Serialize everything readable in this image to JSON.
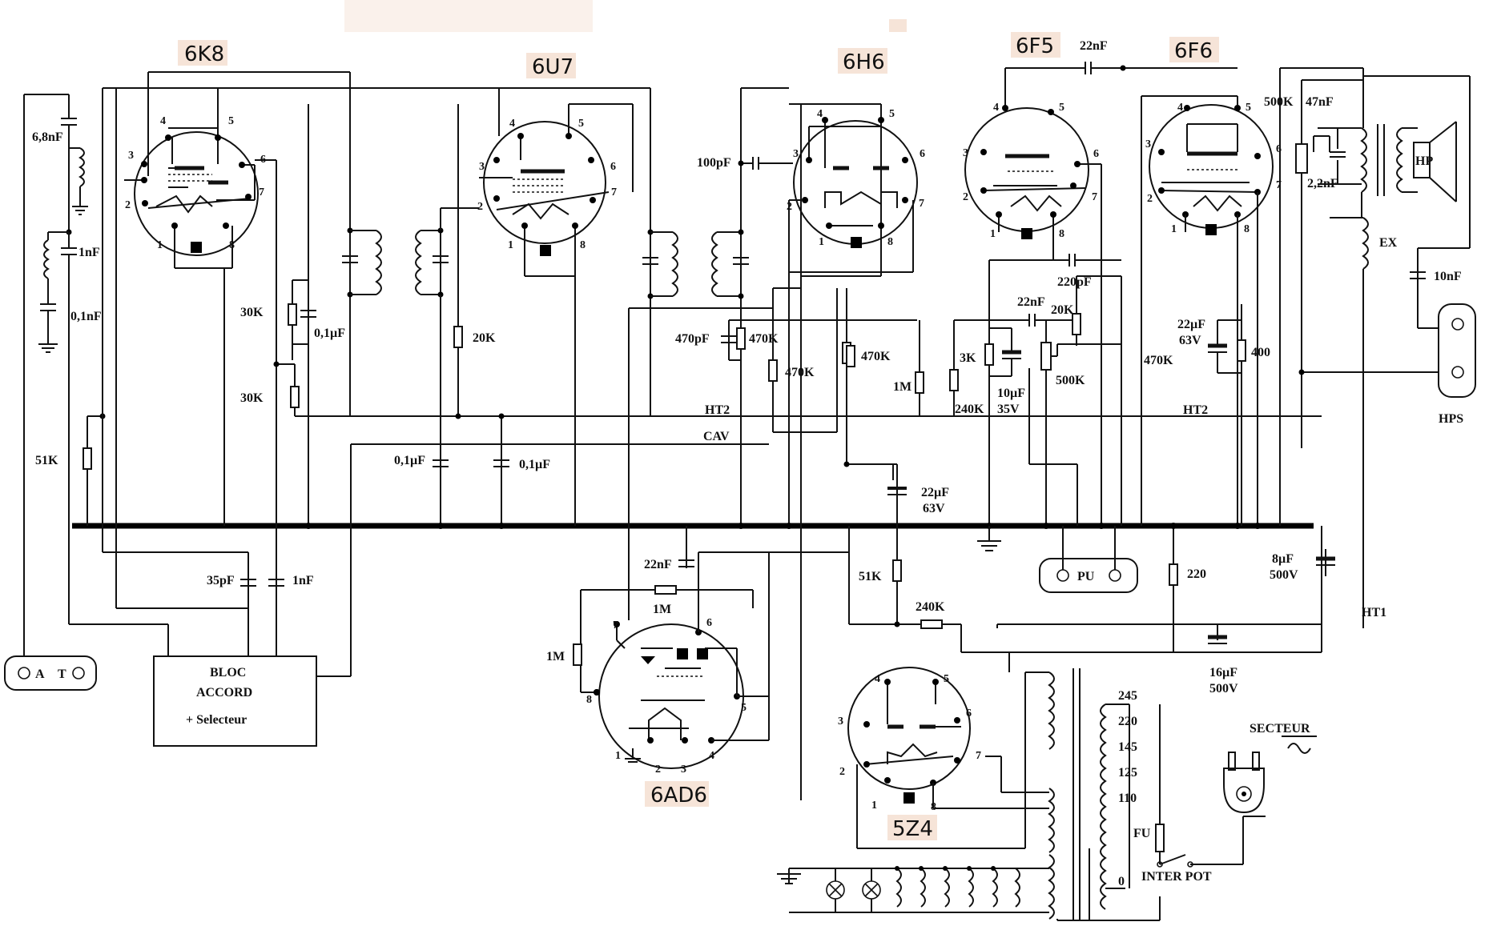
{
  "tubes": {
    "t1": "6K8",
    "t2": "6U7",
    "t3": "6H6",
    "t4": "6F5",
    "t5": "6F6",
    "t6": "6AD6",
    "t7": "5Z4"
  },
  "labels": {
    "c68": "6,8nF",
    "c1nf_a": "1nF",
    "c01_a": "0,1nF",
    "r51k": "51K",
    "r30k_a": "30K",
    "r30k_b": "30K",
    "c01_b": "0,1µF",
    "r20k_a": "20K",
    "c01_c": "0,1µF",
    "c01_d": "0,1µF",
    "c35": "35pF",
    "c1nf_b": "1nF",
    "bloc1": "BLOC",
    "bloc2": "ACCORD",
    "bloc3": "+ Selecteur",
    "at_a": "A",
    "at_t": "T",
    "c100p": "100pF",
    "c470p": "470pF",
    "r470k_a": "470K",
    "r470k_b": "470K",
    "r470k_c": "470K",
    "r1m_a": "1M",
    "ht2_a": "HT2",
    "cav": "CAV",
    "c22n_a": "22nF",
    "r1m_b": "1M",
    "r1m_c": "1M",
    "c22n_b": "22nF",
    "r3k": "3K",
    "r240k_a": "240K",
    "c10u_a": "10µF",
    "c10u_b": "35V",
    "r20k_b": "20K",
    "c220p": "220pF",
    "p500k_a": "500K",
    "c22n_c": "22nF",
    "r470k_d": "470K",
    "ht2_b": "HT2",
    "c22u_a": "22µF",
    "c22u_b": "63V",
    "r400": "400",
    "r500k_b": "500K",
    "c47n": "47nF",
    "c22n_d": "2,2nF",
    "hp": "HP",
    "ex": "EX",
    "c10n": "10nF",
    "hps": "HPS",
    "c22u_c": "22µF",
    "c22u_d": "63V",
    "pu": "PU",
    "r51k_b": "51K",
    "r240k_b": "240K",
    "r220": "220",
    "c8u_a": "8µF",
    "c8u_b": "500V",
    "ht1": "HT1",
    "c16u_a": "16µF",
    "c16u_b": "500V",
    "v245": "245",
    "v220": "220",
    "v145": "145",
    "v125": "125",
    "v110": "110",
    "v0": "0",
    "fu": "FU",
    "inter": "INTER POT",
    "secteur": "SECTEUR"
  }
}
